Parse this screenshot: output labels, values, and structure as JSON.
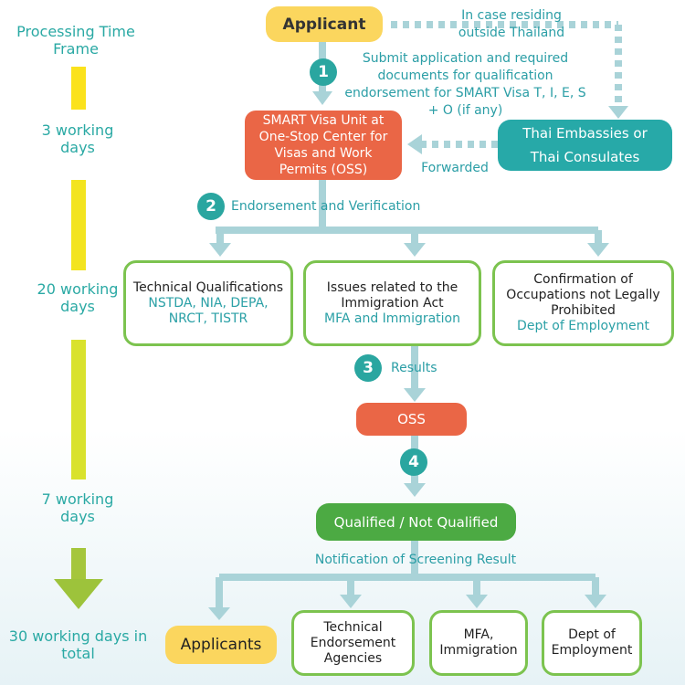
{
  "timeline": {
    "title": "Processing Time Frame",
    "labels": [
      "3 working days",
      "20 working days",
      "7 working days"
    ],
    "total": "30 working days in total"
  },
  "applicant": "Applicant",
  "residing_note": "In case residing outside Thailand",
  "step1": {
    "number": "1",
    "text": "Submit application and required documents for qualification endorsement for SMART Visa T, I, E, S + O (if any)"
  },
  "oss_unit": "SMART Visa Unit at One-Stop Center for Visas and Work Permits (OSS)",
  "embassies": "Thai Embassies or Thai Consulates",
  "forwarded": "Forwarded",
  "step2": {
    "number": "2",
    "text": "Endorsement and Verification"
  },
  "verify_boxes": [
    {
      "title": "Technical Qualifications",
      "sub": "NSTDA, NIA, DEPA, NRCT, TISTR"
    },
    {
      "title": "Issues related to the Immigration Act",
      "sub": "MFA and Immigration"
    },
    {
      "title": "Confirmation of Occupations not Legally Prohibited",
      "sub": "Dept of Employment"
    }
  ],
  "step3": {
    "number": "3",
    "text": "Results"
  },
  "oss": "OSS",
  "step4": {
    "number": "4"
  },
  "result": "Qualified / Not Qualified",
  "notification": "Notification of Screening Result",
  "recipients": {
    "applicants": "Applicants",
    "boxes": [
      "Technical Endorsement Agencies",
      "MFA, Immigration",
      "Dept of Employment"
    ]
  },
  "colors": {
    "teal": "#27a9a8",
    "orange": "#ea6646",
    "yellow": "#fbd65e",
    "green": "#4caa43",
    "light_green_border": "#7cc34f",
    "connector": "#a9d3d8"
  }
}
